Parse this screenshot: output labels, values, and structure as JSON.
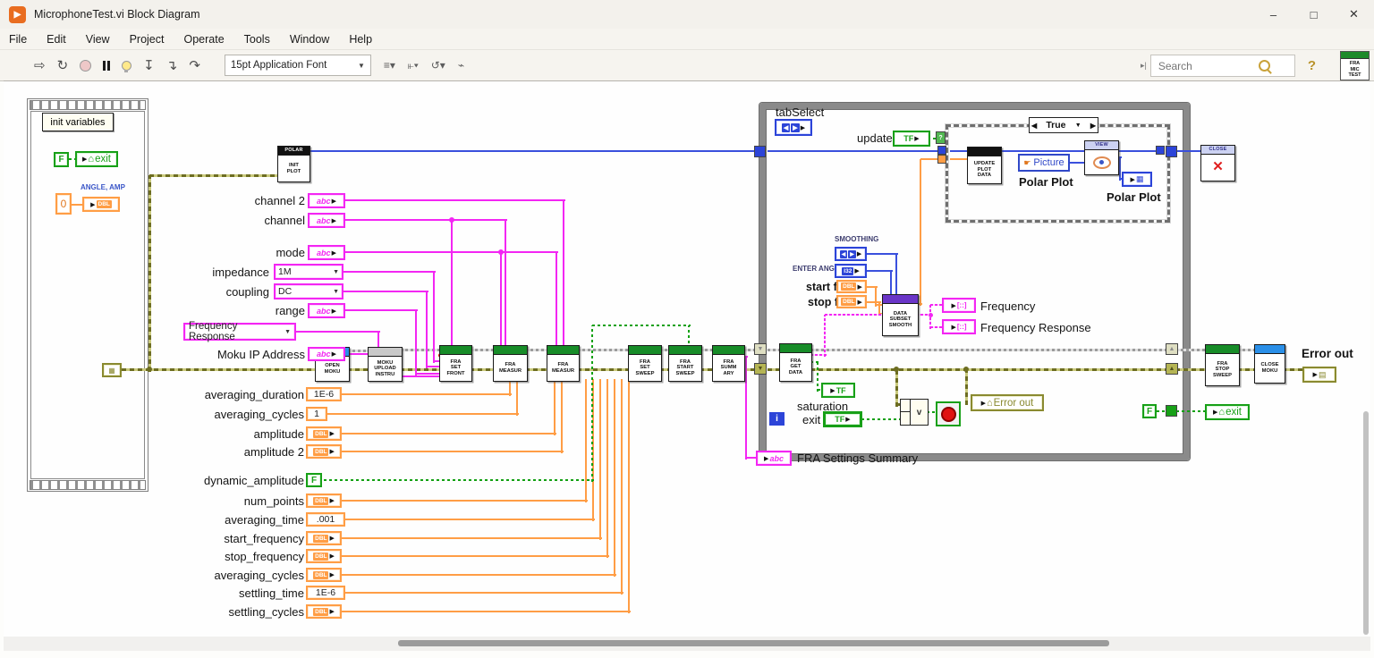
{
  "window": {
    "title": "MicrophoneTest.vi Block Diagram",
    "minimize": "–",
    "maximize": "□",
    "close": "✕",
    "app_glyph": "▶"
  },
  "menu": {
    "items": [
      "File",
      "Edit",
      "View",
      "Project",
      "Operate",
      "Tools",
      "Window",
      "Help"
    ]
  },
  "toolbar": {
    "font_selector": "15pt Application Font",
    "run_icon": "⇨",
    "run_cont_icon": "↻",
    "step_icons": [
      "↧",
      "↴",
      "↷"
    ],
    "dd1": "≡▾",
    "dd2": "⫦▾",
    "dd3": "↺▾",
    "cleanup": "⌁",
    "search": {
      "prefix": "▸|",
      "placeholder": "Search"
    },
    "help": "?",
    "vi_icon_lines": [
      "FRA",
      "MIC",
      "TEST"
    ]
  },
  "glyphs": {
    "arrow": "▶",
    "larrow": "◀",
    "down": "▼",
    "home": "⌂",
    "x": "✕",
    "or": "v",
    "cluster": "▤",
    "picture": "▦",
    "array": "[::]",
    "errconst": "▦",
    "hand": "☛",
    "iter": "i",
    "q": "?"
  },
  "colors": {
    "pink": "#f326f3",
    "orange": "#ff9d45",
    "blue": "#2c44d8",
    "green": "#17a017",
    "olive": "#8a8a30",
    "header_green": "#178c28",
    "header_blue": "#2a8fe8",
    "header_purple": "#6a35c8"
  },
  "sequence": {
    "init_label": "init variables",
    "f_const": "F",
    "exit_local": "exit",
    "angle_label": "ANGLE, AMP",
    "zero_const": "0",
    "dbl": "DBL"
  },
  "top_controls": [
    {
      "label": "channel 2",
      "glyph": "abc"
    },
    {
      "label": "channel",
      "glyph": "abc"
    },
    {
      "label": "mode",
      "glyph": "abc"
    },
    {
      "label": "impedance",
      "value": "1M"
    },
    {
      "label": "coupling",
      "value": "DC"
    },
    {
      "label": "range",
      "glyph": "abc"
    },
    {
      "label": "",
      "value": "Frequency Response"
    },
    {
      "label": "Moku IP Address",
      "glyph": "abc"
    }
  ],
  "left_controls": [
    {
      "label": "averaging_duration",
      "value": "1E-6"
    },
    {
      "label": "averaging_cycles",
      "value": "1"
    },
    {
      "label": "amplitude",
      "glyph": "DBL"
    },
    {
      "label": "amplitude 2",
      "glyph": "DBL"
    },
    {
      "label": "dynamic_amplitude",
      "value": "F"
    },
    {
      "label": "num_points",
      "glyph": "DBL"
    },
    {
      "label": "averaging_time",
      "value": ".001"
    },
    {
      "label": "start_frequency",
      "glyph": "DBL"
    },
    {
      "label": "stop_frequency",
      "glyph": "DBL"
    },
    {
      "label": "averaging_cycles",
      "glyph": "DBL"
    },
    {
      "label": "settling_time",
      "value": "1E-6"
    },
    {
      "label": "settling_cycles",
      "glyph": "DBL"
    }
  ],
  "nodes": {
    "polar": {
      "hd": "POLAR",
      "l1": "INIT",
      "l2": "PLOT"
    },
    "open_moku": {
      "l1": "OPEN",
      "l2": "MOKU"
    },
    "upload": {
      "l1": "MOKU",
      "l2": "UPLOAD",
      "l3": "INSTRU"
    },
    "set_front": {
      "l1": "FRA",
      "l2": "SET",
      "l3": "FRONT"
    },
    "measure": {
      "l1": "FRA",
      "l2": "MEASUR"
    },
    "set_sweep": {
      "l1": "FRA",
      "l2": "SET",
      "l3": "SWEEP"
    },
    "start_sweep": {
      "l1": "FRA",
      "l2": "START",
      "l3": "SWEEP"
    },
    "summary": {
      "l1": "FRA",
      "l2": "SUMM",
      "l3": "ARY"
    },
    "get_data": {
      "l1": "FRA",
      "l2": "GET",
      "l3": "DATA"
    },
    "data_subset": {
      "l1": "DATA",
      "l2": "SUBSET",
      "l3": "SMOOTH"
    },
    "update_plot": {
      "l1": "UPDATE",
      "l2": "PLOT",
      "l3": "DATA"
    },
    "stop_sweep": {
      "l1": "FRA",
      "l2": "STOP",
      "l3": "SWEEP"
    },
    "close_moku": {
      "l1": "CLOSE",
      "l2": "MOKU"
    },
    "close": {
      "hd": "CLOSE"
    },
    "view": {
      "hd": "VIEW"
    }
  },
  "loop": {
    "tab_select": "tabSelect",
    "update": "update",
    "case_value": "True",
    "smoothing": "SMOOTHING",
    "enter_angle": "ENTER ANGLE",
    "start_f": "start f",
    "stop_f": "stop f",
    "frequency": "Frequency",
    "frequency_response": "Frequency Response",
    "picture": "Picture",
    "polar_plot_prop": "Polar Plot",
    "polar_plot_ind": "Polar Plot",
    "saturation": "saturation",
    "exit": "exit",
    "error_out_local": "Error out",
    "tf": "TF",
    "i32": "I32",
    "dbl": "DBL"
  },
  "right": {
    "error_out": "Error out",
    "exit_local": "exit",
    "f_const": "F"
  },
  "summary_indicator": {
    "label": "FRA Settings Summary",
    "glyph": "abc"
  }
}
